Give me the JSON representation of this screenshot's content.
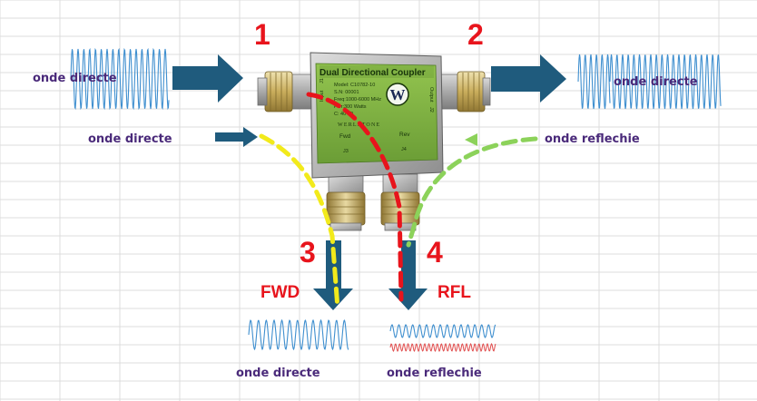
{
  "labels": {
    "in_left": "onde  directe",
    "in_left_lower": "onde  directe",
    "out_right": "onde  directe",
    "refl_right": "onde  reflechie",
    "fwd_bottom": "onde  directe",
    "rfl_bottom": "onde  reflechie"
  },
  "ports": {
    "p1": "1",
    "p2": "2",
    "p3": "3",
    "p4": "4",
    "fwd": "FWD",
    "rfl": "RFL"
  },
  "device": {
    "title": "Dual Directional Coupler",
    "model": "Model: C10782-10",
    "serial": "S.N: 00001",
    "freq": "Freq:1000-6000 MHz",
    "power": "Pwr:300 Watts",
    "coupling": "C: 40 dB",
    "brand": "WERLATONE",
    "input": "Input",
    "output": "Output",
    "j1": "J1",
    "j2": "J2",
    "fwd_port": "Fwd",
    "rev_port": "Rev",
    "j3": "J3",
    "j4": "J4",
    "logo": "W"
  },
  "colors": {
    "arrow": "#1f5b7d",
    "wave": "#3f8fcf",
    "wave_reflected": "#e04d4d",
    "path_fwd": "#f2ea1b",
    "path_main": "#e8141c",
    "path_rev": "#8cd25a",
    "label_text": "#4a2a7a",
    "port_number": "#e8141c"
  }
}
